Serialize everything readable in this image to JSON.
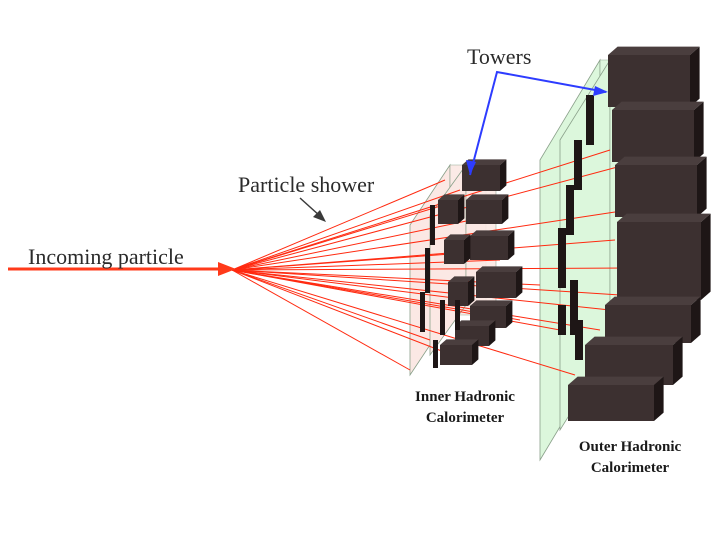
{
  "labels": {
    "incoming": "Incoming particle",
    "shower": "Particle shower",
    "towers": "Towers",
    "inner_line1": "Inner Hadronic",
    "inner_line2": "Calorimeter",
    "outer_line1": "Outer Hadronic",
    "outer_line2": "Calorimeter"
  },
  "colors": {
    "incoming_arrow": "#ff3a1a",
    "shower_rays": "#ff2a10",
    "tower_pointer": "#2d3cff",
    "shower_pointer": "#3a3a3a",
    "tower_face": "#3c3030",
    "tower_top": "#4a3e3e",
    "tower_side": "#1e1616",
    "inner_backplate": "#fbe8e4",
    "outer_backplate": "#dcf7dc",
    "backplate_edge": "#8aa08a",
    "text": "#2b2b2b"
  }
}
